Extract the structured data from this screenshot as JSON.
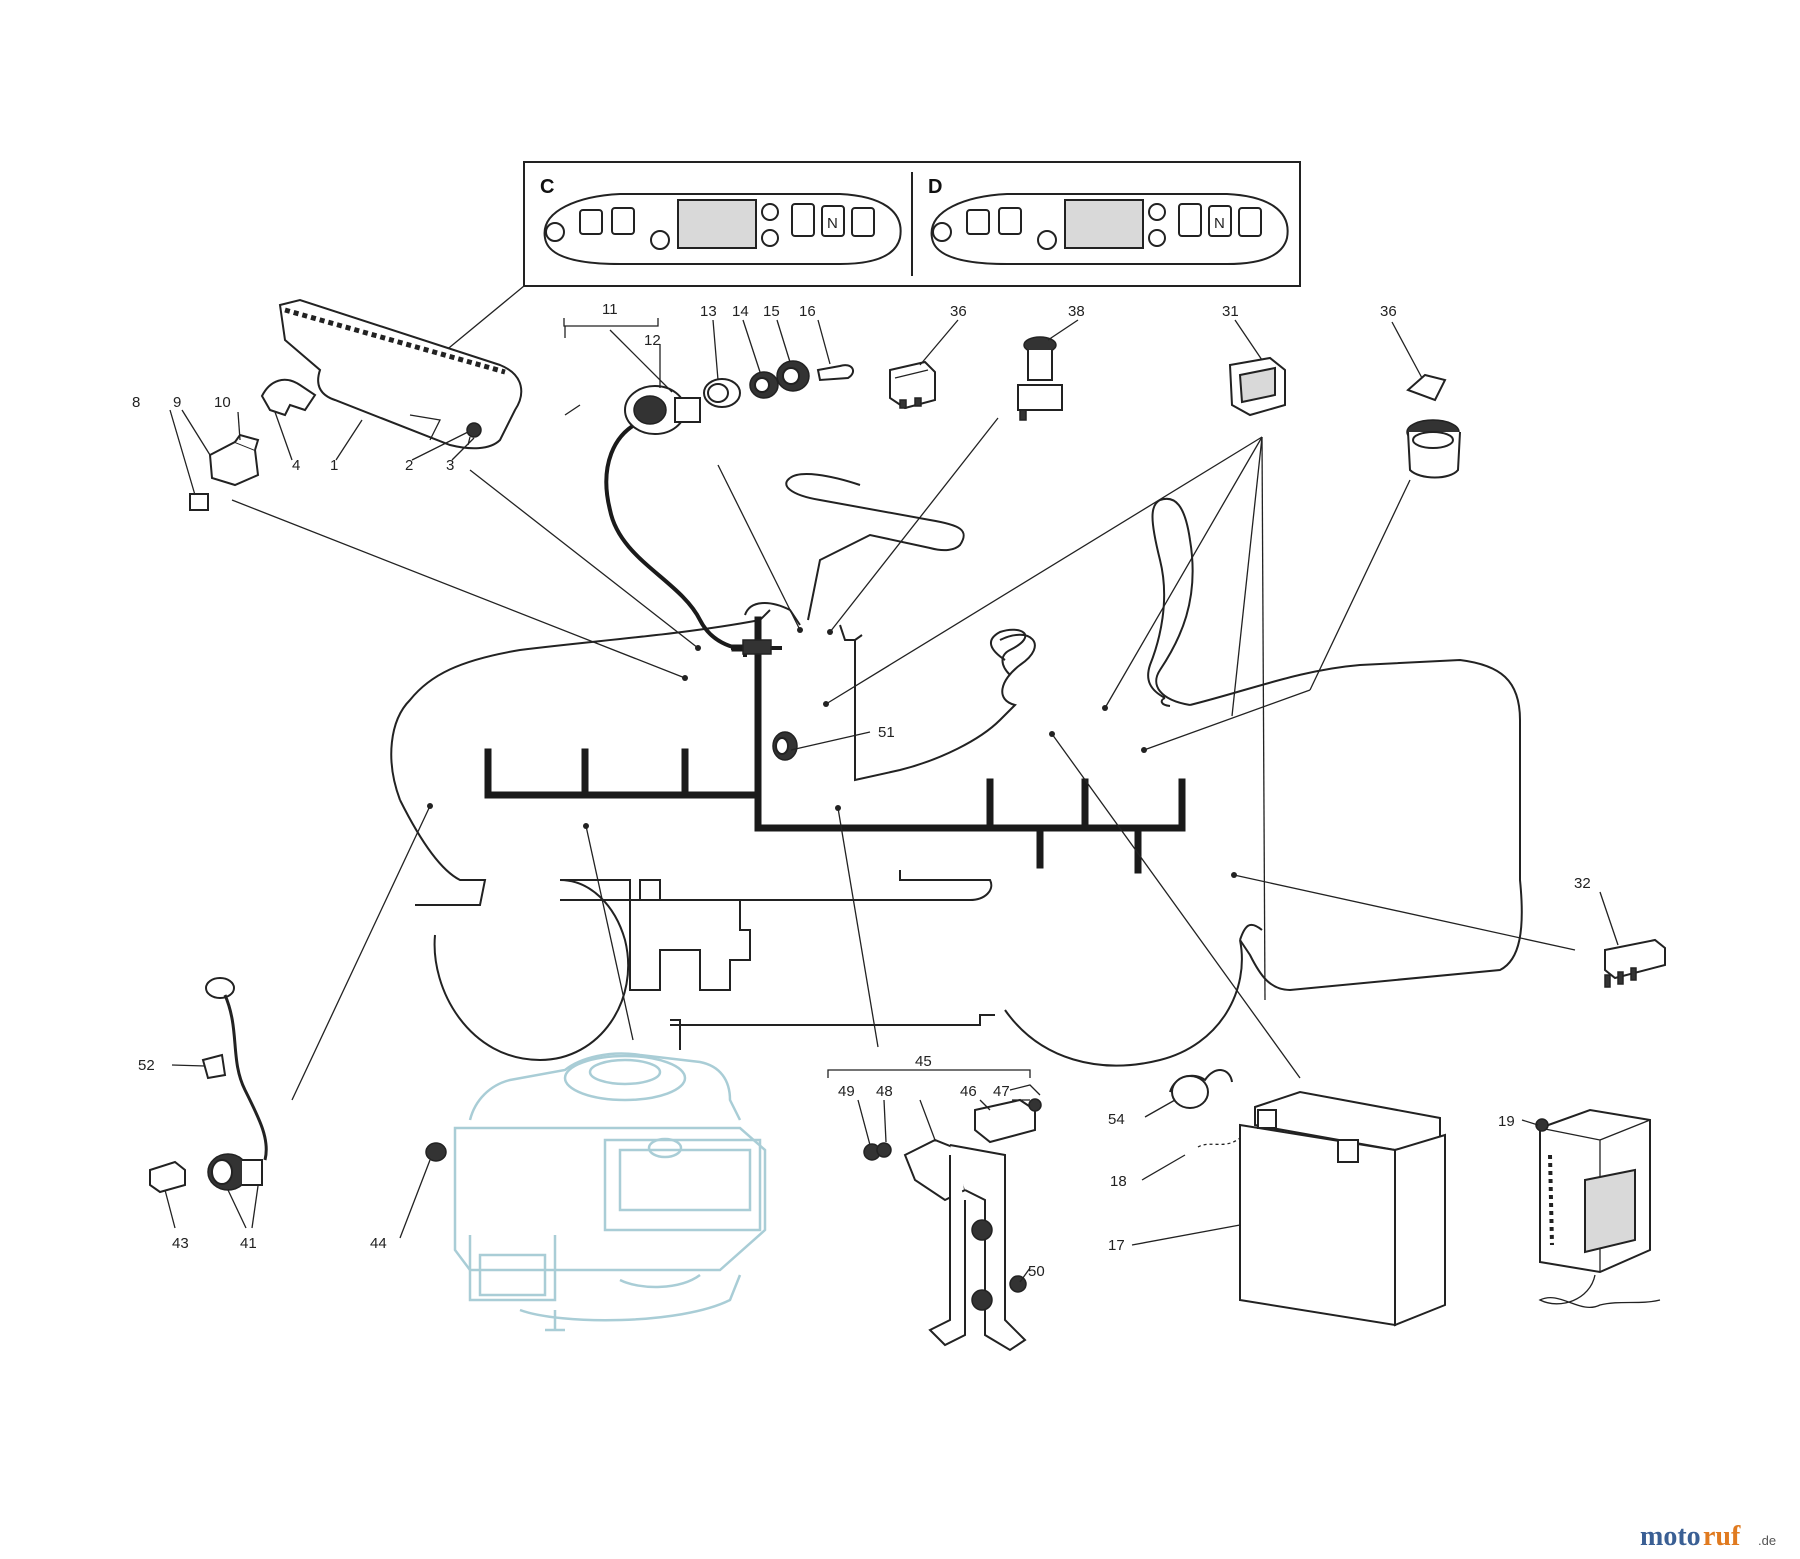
{
  "panels": [
    {
      "letter": "C"
    },
    {
      "letter": "D"
    }
  ],
  "panel_labels": {
    "n": "N"
  },
  "callouts": [
    {
      "id": "1",
      "text": "1"
    },
    {
      "id": "2",
      "text": "2"
    },
    {
      "id": "3",
      "text": "3"
    },
    {
      "id": "4",
      "text": "4"
    },
    {
      "id": "8",
      "text": "8"
    },
    {
      "id": "9",
      "text": "9"
    },
    {
      "id": "10",
      "text": "10"
    },
    {
      "id": "11",
      "text": "11"
    },
    {
      "id": "12",
      "text": "12"
    },
    {
      "id": "13",
      "text": "13"
    },
    {
      "id": "14",
      "text": "14"
    },
    {
      "id": "15",
      "text": "15"
    },
    {
      "id": "16",
      "text": "16"
    },
    {
      "id": "36a",
      "text": "36"
    },
    {
      "id": "38",
      "text": "38"
    },
    {
      "id": "31",
      "text": "31"
    },
    {
      "id": "36b",
      "text": "36"
    },
    {
      "id": "51",
      "text": "51"
    },
    {
      "id": "32",
      "text": "32"
    },
    {
      "id": "52",
      "text": "52"
    },
    {
      "id": "41",
      "text": "41"
    },
    {
      "id": "43",
      "text": "43"
    },
    {
      "id": "44",
      "text": "44"
    },
    {
      "id": "45",
      "text": "45"
    },
    {
      "id": "49",
      "text": "49"
    },
    {
      "id": "48",
      "text": "48"
    },
    {
      "id": "46",
      "text": "46"
    },
    {
      "id": "47",
      "text": "47"
    },
    {
      "id": "50",
      "text": "50"
    },
    {
      "id": "54",
      "text": "54"
    },
    {
      "id": "18",
      "text": "18"
    },
    {
      "id": "17",
      "text": "17"
    },
    {
      "id": "19",
      "text": "19"
    }
  ],
  "watermark": {
    "part1": "moto",
    "part2": "ruf",
    "suffix": ".de"
  },
  "colors": {
    "line": "#222222",
    "engine": "#a9cdd6",
    "harness": "#1a1a1a",
    "brand_blue": "#3a5f94",
    "brand_orange": "#e07a1f"
  }
}
